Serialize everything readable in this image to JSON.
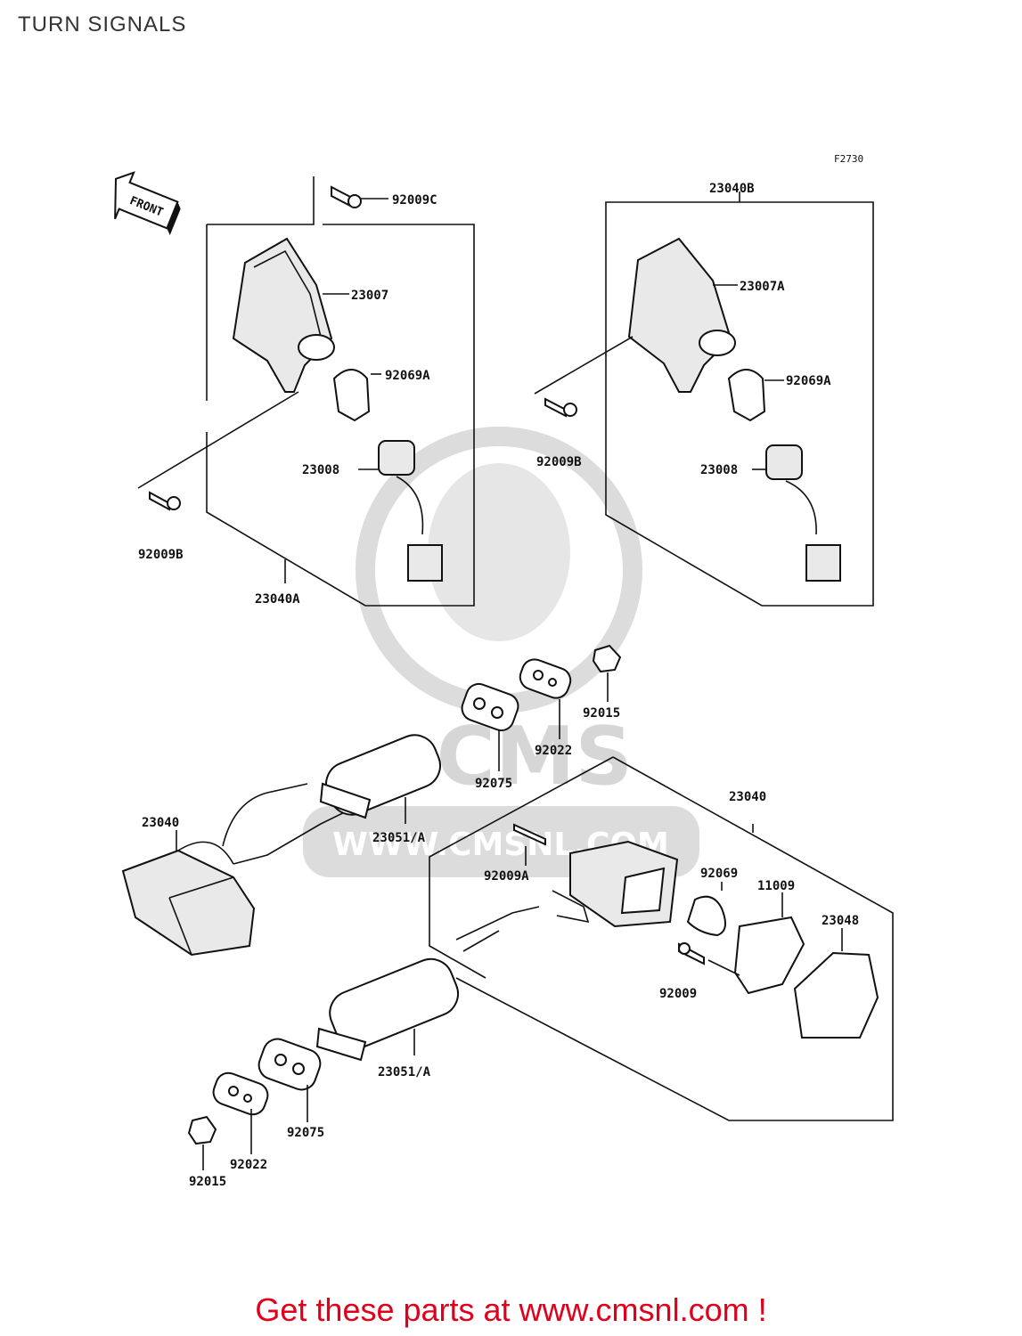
{
  "page": {
    "title": "TURN SIGNALS",
    "figure_code": "F2730",
    "front_label": "FRONT",
    "footer": "Get these parts at www.cmsnl.com !",
    "watermark_text": "CMS",
    "watermark_url": "WWW.CMSNL.COM"
  },
  "labels": {
    "l_92009C": "92009C",
    "l_23007": "23007",
    "l_92069A_left": "92069A",
    "l_23008_left": "23008",
    "l_92009B_left": "92009B",
    "l_23040A": "23040A",
    "l_23040B": "23040B",
    "l_23007A": "23007A",
    "l_92069A_right": "92069A",
    "l_92009B_right": "92009B",
    "l_23008_right": "23008",
    "l_92015_top": "92015",
    "l_92022_top": "92022",
    "l_92075_top": "92075",
    "l_23040_left": "23040",
    "l_23051A_top": "23051/A",
    "l_23040_right": "23040",
    "l_92009A": "92009A",
    "l_92069": "92069",
    "l_11009": "11009",
    "l_23048": "23048",
    "l_92009": "92009",
    "l_23051A_bottom": "23051/A",
    "l_92075_bottom": "92075",
    "l_92022_bottom": "92022",
    "l_92015_bottom": "92015"
  },
  "colors": {
    "footer": "#e0001b",
    "title": "#333333",
    "watermark": "#d9d9d9"
  }
}
